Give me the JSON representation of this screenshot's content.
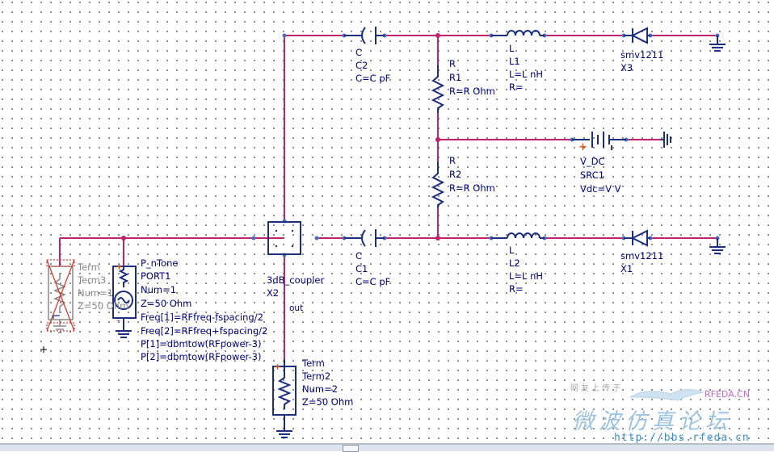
{
  "colors": {
    "wire": "#c0226e",
    "component": "#1c2e80",
    "label": "#000080",
    "background": "#ffffff"
  },
  "C2": {
    "type": "C",
    "name": "C2",
    "value": "C=C pF"
  },
  "C1": {
    "type": "C",
    "name": "C1",
    "value": "C=C pF"
  },
  "R1": {
    "type": "R",
    "name": "R1",
    "value": "R=R Ohm"
  },
  "R2": {
    "type": "R",
    "name": "R2",
    "value": "R=R Ohm"
  },
  "L1": {
    "type": "L",
    "name": "L1",
    "value": "L=L nH",
    "r": "R="
  },
  "L2": {
    "type": "L",
    "name": "L2",
    "value": "L=L nH",
    "r": "R="
  },
  "X3": {
    "type": "smv1211",
    "name": "X3"
  },
  "X1": {
    "type": "smv1211",
    "name": "X1"
  },
  "SRC1": {
    "type": "V_DC",
    "name": "SRC1",
    "value": "Vdc=V V"
  },
  "X2": {
    "type": "3dB_coupler",
    "name": "X2",
    "port": "out"
  },
  "Term3": {
    "type": "Term",
    "name": "Term3",
    "num": "Num=1",
    "z": "Z=50 Ohm"
  },
  "Term2": {
    "type": "Term",
    "name": "Term2",
    "num": "Num=2",
    "z": "Z=50 Ohm"
  },
  "PORT1": {
    "type": "P_nTone",
    "name": "PORT1",
    "num": "Num=1",
    "z": "Z=50 Ohm",
    "freq1": "Freq[1]=RFfreq-fspacing/2",
    "freq2": "Freq[2]=RFfreq+fspacing/2",
    "p1": "P[1]=dbmtow(RFpower-3)",
    "p2": "P[2]=dbmtow(RFpower-3)"
  },
  "watermark": {
    "top": "网友上传于",
    "brand": "RFEDA.CN",
    "cn": "微波仿真论坛",
    "url": "http://bbs.rfeda.cn"
  }
}
